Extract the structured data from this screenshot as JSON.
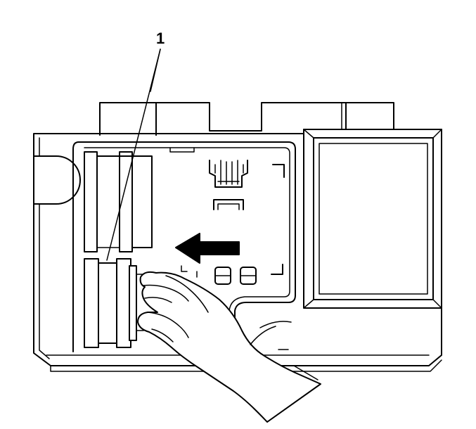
{
  "diagram": {
    "callouts": [
      {
        "id": "1",
        "label": "1"
      }
    ],
    "arrow_direction": "left",
    "colors": {
      "ink": "#000000",
      "paper": "#ffffff"
    }
  }
}
